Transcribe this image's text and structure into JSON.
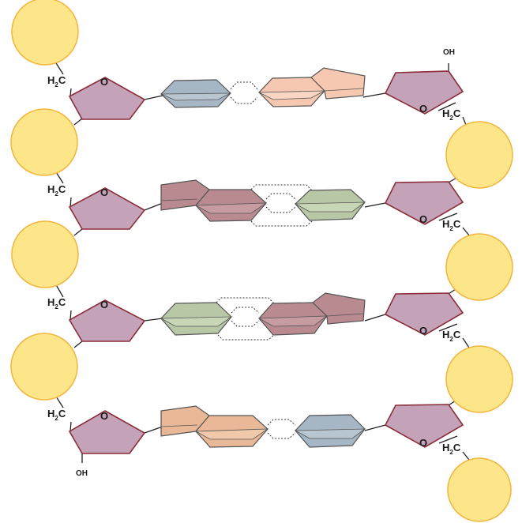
{
  "labels": {
    "h2c_main": "H",
    "h2c_sub": "2",
    "h2c_tail": "C",
    "ring_oxygen": "O",
    "hydroxyl": "OH"
  },
  "colors": {
    "phosphate": "#fde58a",
    "phosphate_stroke": "#f2b53c",
    "sugar": "#c4a3b8",
    "sugar_stroke": "#8b2d3a",
    "base_blue": "#a6b6c4",
    "base_peach": "#f6c7b1",
    "base_rose": "#b98a8f",
    "base_green": "#b8c8a6",
    "base_orange": "#e9b896",
    "base_stroke": "#555555"
  },
  "pairs": [
    {
      "left_base": "blue pyrimidine",
      "right_base": "peach purine",
      "hydrogen_bonds": 2
    },
    {
      "left_base": "rose purine",
      "right_base": "green pyrimidine",
      "hydrogen_bonds": 3
    },
    {
      "left_base": "green pyrimidine",
      "right_base": "rose purine",
      "hydrogen_bonds": 3
    },
    {
      "left_base": "orange purine",
      "right_base": "blue pyrimidine",
      "hydrogen_bonds": 2
    }
  ]
}
